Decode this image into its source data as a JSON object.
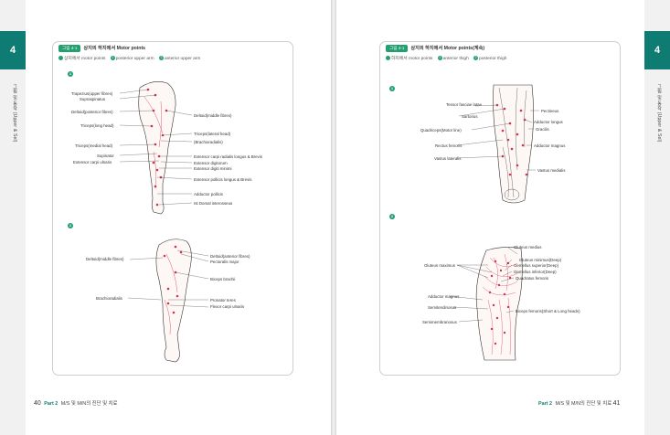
{
  "left": {
    "tab": {
      "number": "4",
      "vertical_text": "그림 및 동작 (Upper & Sel)"
    },
    "figure": {
      "badge": "그림 4-1",
      "title": "상지의 하지에서 Motor points"
    },
    "legend": {
      "prefix": "상지에서 motor points",
      "item1": "posterior upper arm",
      "item2": "anterior upper arm"
    },
    "markers": [
      "1",
      "2"
    ],
    "diagram1_labels": {
      "trapezius": "Trapezius(upper fibres)",
      "supraspinatus": "Supraspinatus",
      "deltoid_post": "Deltoid(posterior fibres)",
      "triceps_long": "Triceps(long head)",
      "triceps_medial": "Triceps(medial head)",
      "supinator": "Supinator",
      "ext_carpi_ulnaris": "Extensor carpi ulnaris",
      "deltoid_middle": "Deltoid(middle fibres)",
      "triceps_lateral": "Triceps(lateral head)",
      "brachioradialis": "(Brachioradialis)",
      "ext_carpi_radialis": "Extensor carpi radialis longus & Brevis",
      "ext_digitorum": "Extensor digitorum",
      "ext_digiti_minimi": "Extensor digiti minimi",
      "ext_pollicis": "Extensor pollicis longus & Brevis",
      "adductor_pollicis": "Adductor pollicis",
      "dorsal_interosseus": "Ist Dorsal interosseus"
    },
    "diagram2_labels": {
      "deltoid_middle": "Deltoid(middle fibres)",
      "brachioradialis": "Brachioradialis",
      "deltoid_anterior": "Deltoid(anterior fibres)",
      "pectoralis": "Pectoralis major",
      "biceps": "Biceps brachii",
      "pronator": "Pronator teres",
      "flexor_carpi": "Flexor carpi ulnaris"
    },
    "footer": {
      "page_number": "40",
      "part": "Part 2",
      "text": "M/S 및 M/N의 진단 및 치료"
    }
  },
  "right": {
    "tab": {
      "number": "4",
      "vertical_text": "그림 및 동작 (Upper & Sel)"
    },
    "figure": {
      "badge": "그림 4-1",
      "title": "상지의 하지에서 Motor points(계속)"
    },
    "legend": {
      "prefix": "하지에서 motor points",
      "item1": "anterior thigh",
      "item2": "posterior thigh"
    },
    "markers": [
      "1",
      "2"
    ],
    "diagram1_labels": {
      "tensor": "Tensor fasciae latae",
      "sartorius": "Sartorius",
      "quadriceps": "Quadriceps(Motor line)",
      "rectus": "Rectus femoris",
      "vastus_lat": "Vastus lateralis",
      "pectineus": "Pectineus",
      "adductor_longus": "Adductor longus",
      "gracilis": "Gracilis",
      "adductor_magnus": "Adductor magnus",
      "vastus_med": "Vastus medialis"
    },
    "diagram2_labels": {
      "gluteus_medius": "Gluteus medius",
      "gluteus_minimus": "Gluteus minimus(Deep)",
      "gemellus_sup": "Gemellus superior(Deep)",
      "gemellus_inf": "Gemellus inferior(Deep)",
      "quadratus": "Quadratus femoris",
      "gluteus_max": "Gluteus maximus",
      "adductor_magnus": "Adductor magnus",
      "semitendinosus": "Semitendinosus",
      "semimembranosus": "Semimembranosus",
      "biceps_femoris": "Biceps femoris(Short & Long heads)"
    },
    "footer": {
      "page_number": "41",
      "part": "Part 2",
      "text": "M/S 및 M/N의 진단 및 치료"
    }
  },
  "colors": {
    "accent": "#23a06f",
    "tab": "#0f7c74",
    "muscle": "#d8324a",
    "outline": "#333333"
  }
}
